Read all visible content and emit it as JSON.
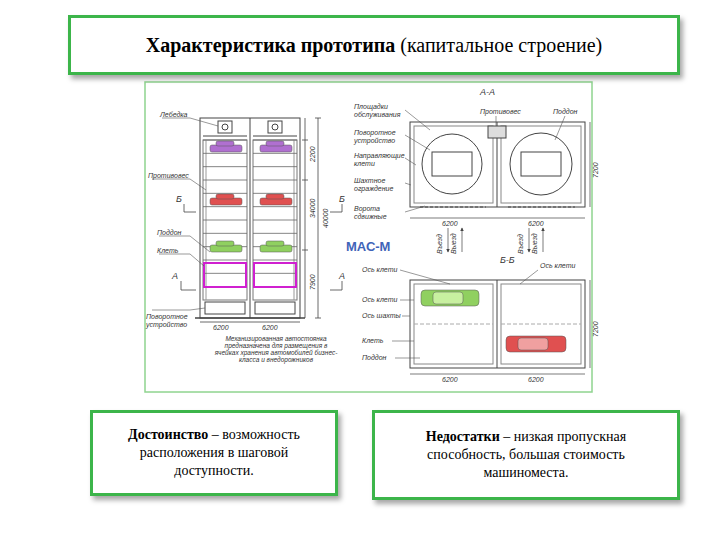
{
  "diagram": {
    "nodes": [
      {
        "text": [
          "Характеристика прототипа",
          "(капитальное строение)"
        ]
      },
      {
        "text": [
          "Достоинство",
          "– возможность расположения в шаговой доступности."
        ]
      },
      {
        "text": [
          "Недостатки",
          "– низкая пропускная способность, большая стоимость машиноместа."
        ]
      }
    ],
    "labels": [
      "Лебедка",
      "Противовес",
      "Поддон",
      "Клеть",
      "Б",
      "Б",
      "А",
      "А",
      "Поворотное устройство",
      "2200",
      "40000",
      "34000",
      "7900",
      "6200",
      "6200",
      "Механизированная автостоянка предназначена для размещения в ячейках хранения автомобилей бизнес-класса и внедорожников",
      "МАС-М",
      "А-А",
      "Площадки обслуживания",
      "Поворотное устройство",
      "Направляющие клети",
      "Шахтное ограждение",
      "Ворота сдвижные",
      "Противовес",
      "Поддон",
      "7200",
      "6200",
      "6200",
      "Въезд",
      "Выезд",
      "Въезд",
      "Выезд",
      "Б-Б",
      "Ось клети",
      "Ось клети",
      "Ось клети",
      "Ось шахты",
      "Клеть",
      "Поддон",
      "7200",
      "6200",
      "6200"
    ]
  }
}
